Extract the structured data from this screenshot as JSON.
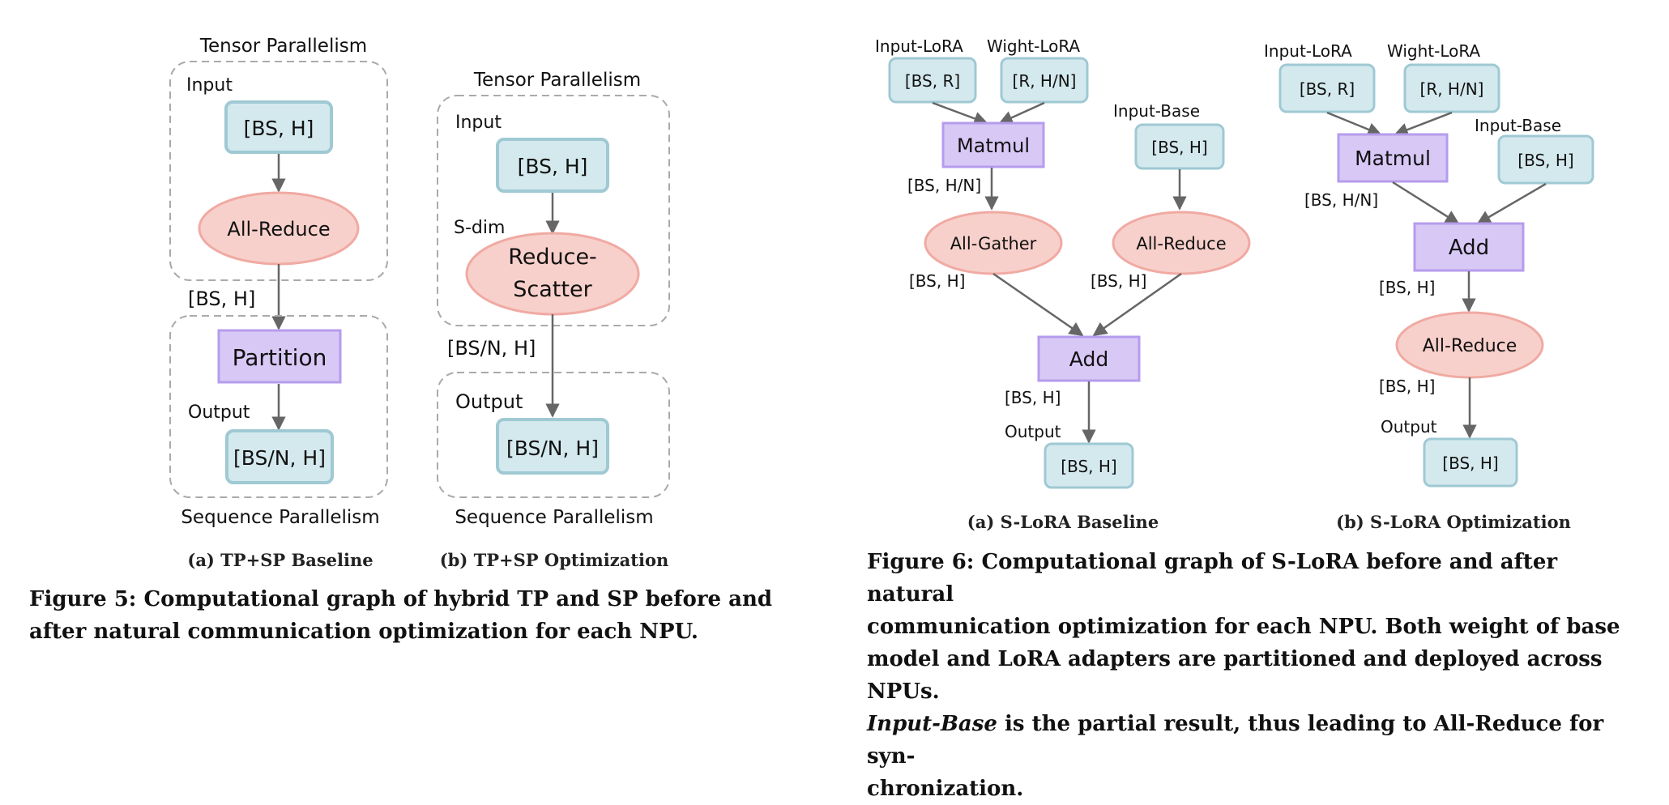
{
  "figure5": {
    "panel_a": {
      "title": "Tensor Parallelism",
      "input_label": "Input",
      "input_shape": "[BS, H]",
      "allreduce": "All-Reduce",
      "between_shape": "[BS, H]",
      "partition": "Partition",
      "output_label": "Output",
      "output_shape": "[BS/N, H]",
      "bottom_label": "Sequence Parallelism",
      "subcaption": "(a) TP+SP Baseline"
    },
    "panel_b": {
      "title": "Tensor Parallelism",
      "input_label": "Input",
      "input_shape": "[BS, H]",
      "sdim": "S-dim",
      "reduce_scatter_1": "Reduce-",
      "reduce_scatter_2": "Scatter",
      "between_shape": "[BS/N, H]",
      "output_label": "Output",
      "output_shape": "[BS/N, H]",
      "bottom_label": "Sequence Parallelism",
      "subcaption": "(b) TP+SP Optimization"
    },
    "caption": "Figure 5: Computational graph of hybrid TP and SP before and after natural communication optimization for each NPU."
  },
  "figure6": {
    "panel_a": {
      "input_lora": "Input-LoRA",
      "wight_lora": "Wight-LoRA",
      "input_lora_shape": "[BS, R]",
      "wight_lora_shape": "[R, H/N]",
      "matmul": "Matmul",
      "input_base": "Input-Base",
      "input_base_shape": "[BS, H]",
      "matmul_out_shape": "[BS, H/N]",
      "allgather": "All-Gather",
      "allreduce": "All-Reduce",
      "gather_out_shape": "[BS, H]",
      "reduce_out_shape": "[BS, H]",
      "add": "Add",
      "add_out_shape": "[BS, H]",
      "output_label": "Output",
      "output_shape": "[BS, H]",
      "subcaption": "(a) S-LoRA Baseline"
    },
    "panel_b": {
      "input_lora": "Input-LoRA",
      "wight_lora": "Wight-LoRA",
      "input_lora_shape": "[BS, R]",
      "wight_lora_shape": "[R, H/N]",
      "matmul": "Matmul",
      "input_base": "Input-Base",
      "input_base_shape": "[BS, H]",
      "matmul_out_shape": "[BS, H/N]",
      "add": "Add",
      "add_out_shape": "[BS, H]",
      "allreduce": "All-Reduce",
      "reduce_out_shape": "[BS, H]",
      "output_label": "Output",
      "output_shape": "[BS, H]",
      "subcaption": "(b) S-LoRA Optimization"
    },
    "caption_line1": "Figure 6: Computational graph of S-LoRA before and after natural",
    "caption_line2": "communication optimization for each NPU. Both weight of base",
    "caption_line3": "model and LoRA adapters are partitioned and deployed across NPUs.",
    "caption_line4_em": "Input-Base",
    "caption_line4_rest": " is the partial result, thus leading to All-Reduce for syn-",
    "caption_line5": "chronization."
  },
  "colors": {
    "tensor_fill": "#d4e9ee",
    "tensor_stroke": "#9fc9d3",
    "op_fill": "#f8d0cb",
    "op_stroke": "#f0aaa3",
    "compute_fill": "#d8c8f6",
    "compute_stroke": "#b69cec",
    "arrow": "#666666",
    "dash": "#aaaaaa"
  }
}
